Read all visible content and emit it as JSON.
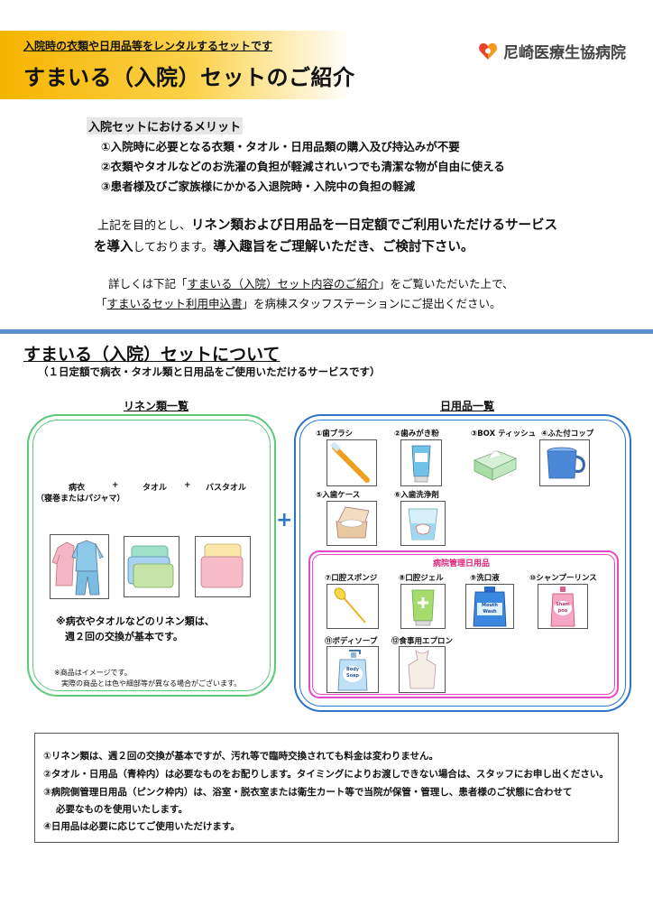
{
  "header": {
    "subtitle": "入院時の衣類や日用品等をレンタルするセットです",
    "title": "すまいる（入院）セットのご紹介",
    "hospital_name": "尼崎医療生協病院",
    "band_color": "#f6b400"
  },
  "merits": {
    "heading": "入院セットにおけるメリット",
    "items": [
      "①入院時に必要となる衣類・タオル・日用品類の購入及び持込みが不要",
      "②衣類やタオルなどのお洗濯の負担が軽減されいつでも清潔な物が自由に使える",
      "③患者様及びご家族様にかかる入退院時・入院中の負担の軽減"
    ]
  },
  "intro": {
    "line1_plain": "上記を目的とし、",
    "line1_bold": "リネン類および日用品を一日定額でご利用いただけるサービス",
    "line2_bold": "を導入",
    "line2_plain": "しております。",
    "line2_bold2": "導入趣旨をご理解いただき、ご検討下さい。"
  },
  "details": {
    "line1_pre": "詳しくは下記「",
    "line1_link": "すまいる（入院）セット内容のご紹介",
    "line1_post": "」をご覧いただいた上で、",
    "line2_pre": "「",
    "line2_link": "すまいるセット利用申込書",
    "line2_post": "」を病棟スタッフステーションにご提出ください。"
  },
  "section": {
    "title": "すまいる（入院）セットについて",
    "note": "（１日定額で病衣・タオル類と日用品をご使用いただけるサービスです）",
    "divider_color": "#5b8fd0"
  },
  "linen": {
    "title": "リネン類一覧",
    "item1": "病衣",
    "item1_sub": "（寝巻またはパジャマ）",
    "plus": "+",
    "item2": "タオル",
    "item3": "バスタオル",
    "note_line1": "※病衣やタオルなどのリネン類は、",
    "note_line2": "週２回の交換が基本です。",
    "border_color": "#5cc879"
  },
  "image_note": {
    "line1": "※商品はイメージです。",
    "line2": "実際の商品とは色や細部等が異なる場合がございます。"
  },
  "plus_sign": "+",
  "daily": {
    "title": "日用品一覧",
    "border_color": "#2f75c8",
    "items": [
      "①歯ブラシ",
      "②歯みがき粉",
      "③BOX ティッシュ",
      "④ふた付コップ",
      "⑤入歯ケース",
      "⑥入歯洗浄剤"
    ]
  },
  "hospital_managed": {
    "title": "病院管理日用品",
    "border_color": "#e04ac8",
    "items": [
      "⑦口腔スポンジ",
      "⑧口腔ジェル",
      "⑨洗口液",
      "⑩シャンプーリンス",
      "⑪ボディソープ",
      "⑫食事用エプロン"
    ],
    "mouthwash_text": "Mouth Wash",
    "shampoo_text": "Sham poo",
    "bodysoap_text": "Body Soap"
  },
  "notes": [
    "①リネン類は、週２回の交換が基本ですが、汚れ等で臨時交換されても料金は変わりません。",
    "②タオル・日用品（青枠内）は必要なものをお配りします。タイミングによりお渡しできない場合は、スタッフにお申し出ください。",
    "③病院側管理日用品（ピンク枠内）は、浴室・脱衣室または衛生カート等で当院が保管・管理し、患者様のご状態に合わせて",
    "必要なものを使用いたします。",
    "④日用品は必要に応じてご使用いただけます。"
  ]
}
